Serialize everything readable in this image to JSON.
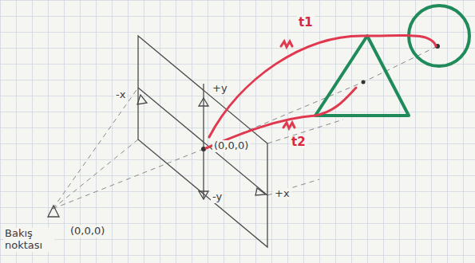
{
  "diagram": {
    "labels": [
      "+y",
      "-x",
      "-y",
      "+x",
      "(0,0,0)",
      "t1",
      "t2",
      "(0,0,0)",
      "Bakış noktası"
    ]
  }
}
